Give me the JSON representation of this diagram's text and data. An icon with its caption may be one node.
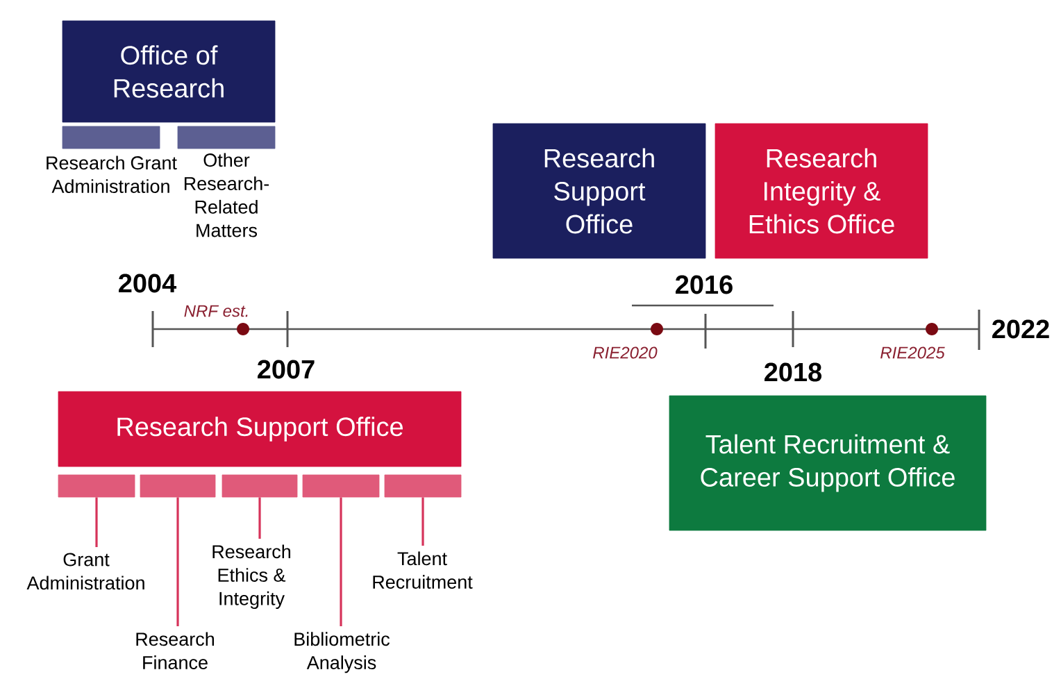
{
  "diagram": {
    "nodes": [
      {
        "text": [
          "Office of Research"
        ]
      },
      {
        "text": [],
        "shape": "bar",
        "beside": [
          "Research Grant Administration"
        ]
      },
      {
        "text": [],
        "shape": "bar",
        "beside": [
          "Other Research-Related Matters"
        ]
      },
      {
        "text": [
          "Research Support Office"
        ]
      },
      {
        "text": [
          "Research Integrity & Ethics Office"
        ]
      },
      {
        "text": [
          "Research Support Office"
        ]
      },
      {
        "text": [],
        "shape": "bar"
      },
      {
        "text": [],
        "shape": "bar"
      },
      {
        "text": [],
        "shape": "bar"
      },
      {
        "text": [],
        "shape": "bar"
      },
      {
        "text": [],
        "shape": "bar"
      },
      {
        "text": [
          "Grant Administration"
        ]
      },
      {
        "text": [
          "Research Finance"
        ]
      },
      {
        "text": [
          "Research Ethics & Integrity"
        ]
      },
      {
        "text": [
          "Bibliometric Analysis"
        ]
      },
      {
        "text": [
          "Talent Recruitment"
        ]
      },
      {
        "text": [
          "Talent Recruitment & Career Support Office"
        ]
      }
    ],
    "edges": [
      {
        "from": 6,
        "to": 11,
        "arrow": "none"
      },
      {
        "from": 7,
        "to": 12,
        "arrow": "none"
      },
      {
        "from": 8,
        "to": 13,
        "arrow": "none"
      },
      {
        "from": 9,
        "to": 14,
        "arrow": "none"
      },
      {
        "from": 10,
        "to": 15,
        "arrow": "none"
      }
    ],
    "labels": [
      "2004",
      "NRF est.",
      "2016",
      "2022",
      "2007",
      "RIE2020",
      "RIE2025",
      "2018"
    ]
  }
}
